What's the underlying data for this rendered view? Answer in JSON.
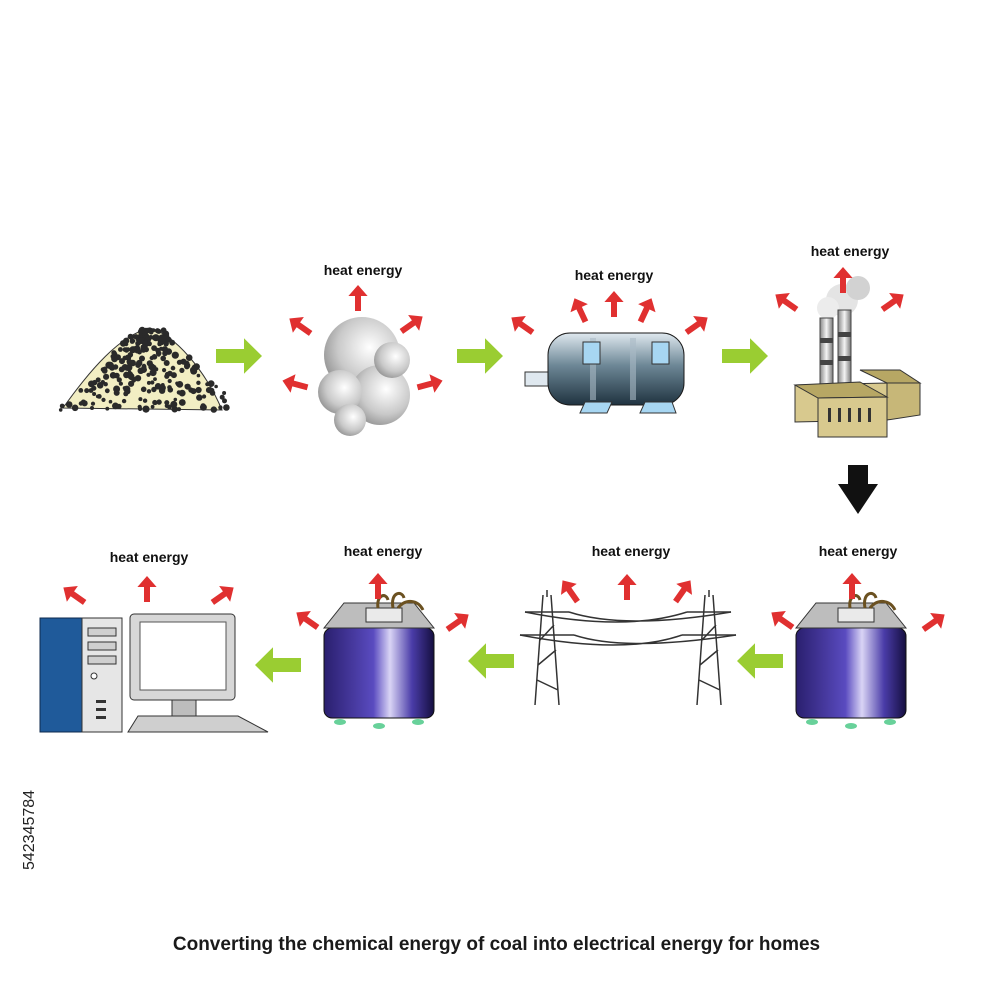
{
  "labels": {
    "steam": "heat energy",
    "turbine": "heat energy",
    "plant": "heat energy",
    "transformer_right": "heat energy",
    "power_lines": "heat energy",
    "transformer_left": "heat energy",
    "computer": "heat energy"
  },
  "caption": "Converting the chemical energy of coal into electrical energy for homes",
  "stock_id": "542345784",
  "colors": {
    "flow_arrow": "#9ACD32",
    "heat_arrow": "#E03030",
    "down_arrow": "#111111",
    "transformer": "#3a2d8c",
    "plant": "#d8c98e",
    "computer_case": "#1f5a9a"
  }
}
